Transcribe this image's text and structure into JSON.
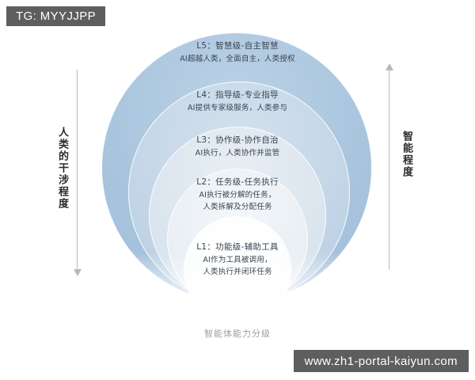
{
  "watermarks": {
    "top_left": "TG: MYYJJPP",
    "bottom_right": "www.zh1-portal-kaiyun.com"
  },
  "caption": "智能体能力分级",
  "axes": {
    "left": {
      "label": "人类的干涉程度",
      "direction": "down",
      "arrow_icon": "arrow-down-icon"
    },
    "right": {
      "label": "智能程度",
      "direction": "up",
      "arrow_icon": "arrow-up-icon"
    }
  },
  "colors": {
    "ring_l5": "#aac6de",
    "ring_l4": "#c3d6e7",
    "ring_l3": "#dbe5ee",
    "ring_l2": "#e9eff4",
    "ring_l1": "#fbfcfd",
    "text": "#3a4452",
    "axis": "#b9b9b9",
    "caption": "#9aa0a8",
    "watermark_bg": "#5e5e5e"
  },
  "levels": [
    {
      "id": "L5",
      "title": "L5：智慧级-自主智慧",
      "desc": [
        "AI超越人类，全面自主，人类授权"
      ]
    },
    {
      "id": "L4",
      "title": "L4：指导级-专业指导",
      "desc": [
        "AI提供专家级服务，人类参与"
      ]
    },
    {
      "id": "L3",
      "title": "L3：协作级-协作自治",
      "desc": [
        "AI执行，人类协作并监管"
      ]
    },
    {
      "id": "L2",
      "title": "L2：任务级-任务执行",
      "desc": [
        "AI执行被分解的任务，",
        "人类拆解及分配任务"
      ]
    },
    {
      "id": "L1",
      "title": "L1：功能级-辅助工具",
      "desc": [
        "AI作为工具被调用，",
        "人类执行并闭环任务"
      ]
    }
  ]
}
